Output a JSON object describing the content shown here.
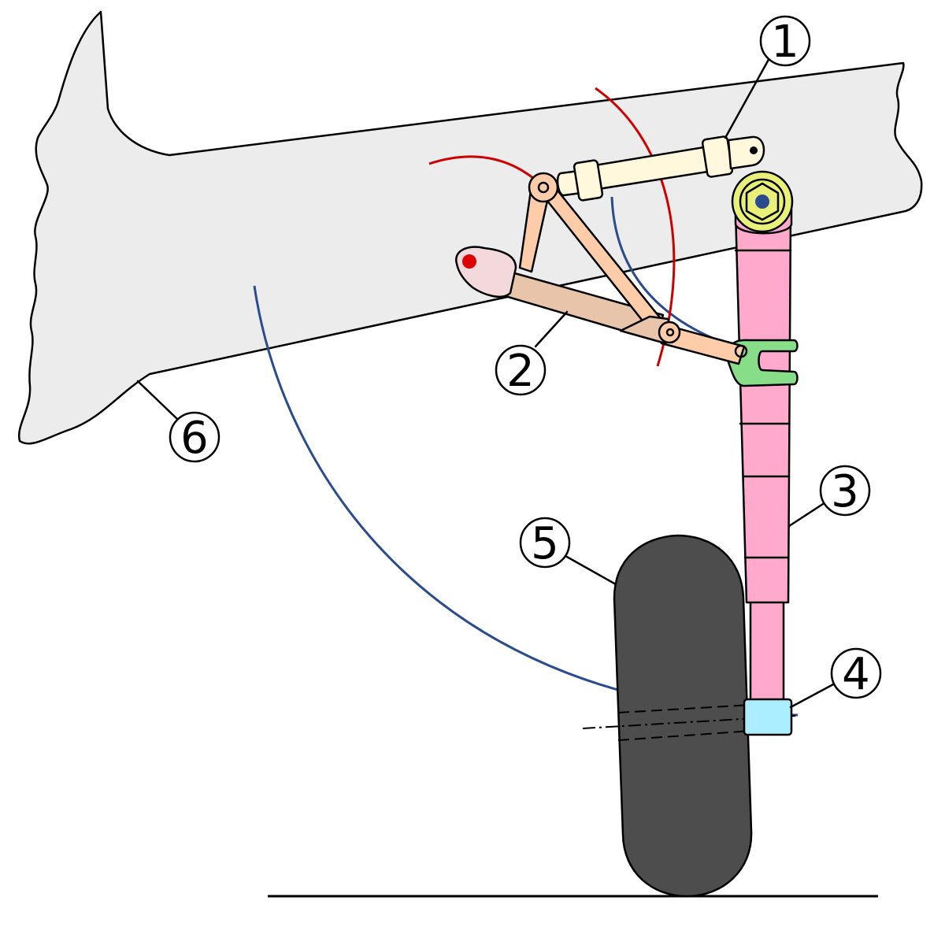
{
  "colors": {
    "wing": "#ececec",
    "actuator": "#fff8dc",
    "upper_link": "#ffccaa",
    "drag_brace": "#e8c4aa",
    "strut": "#ffaacc",
    "pivot": "#e8f07a",
    "pivot_center": "#2a4b8d",
    "trunnion": "#88dd88",
    "axle_collar": "#aaeeff",
    "tire": "#4d4d4d",
    "swing_arc_red": "#cc0000",
    "swing_arc_blue": "#2a4b8d",
    "mount_point": "#dd0000"
  },
  "callouts": [
    {
      "id": "callout-1",
      "label": "1",
      "part": "retraction-actuator"
    },
    {
      "id": "callout-2",
      "label": "2",
      "part": "drag-brace"
    },
    {
      "id": "callout-3",
      "label": "3",
      "part": "oleo-strut"
    },
    {
      "id": "callout-4",
      "label": "4",
      "part": "axle"
    },
    {
      "id": "callout-5",
      "label": "5",
      "part": "wheel"
    },
    {
      "id": "callout-6",
      "label": "6",
      "part": "wing-structure"
    }
  ]
}
